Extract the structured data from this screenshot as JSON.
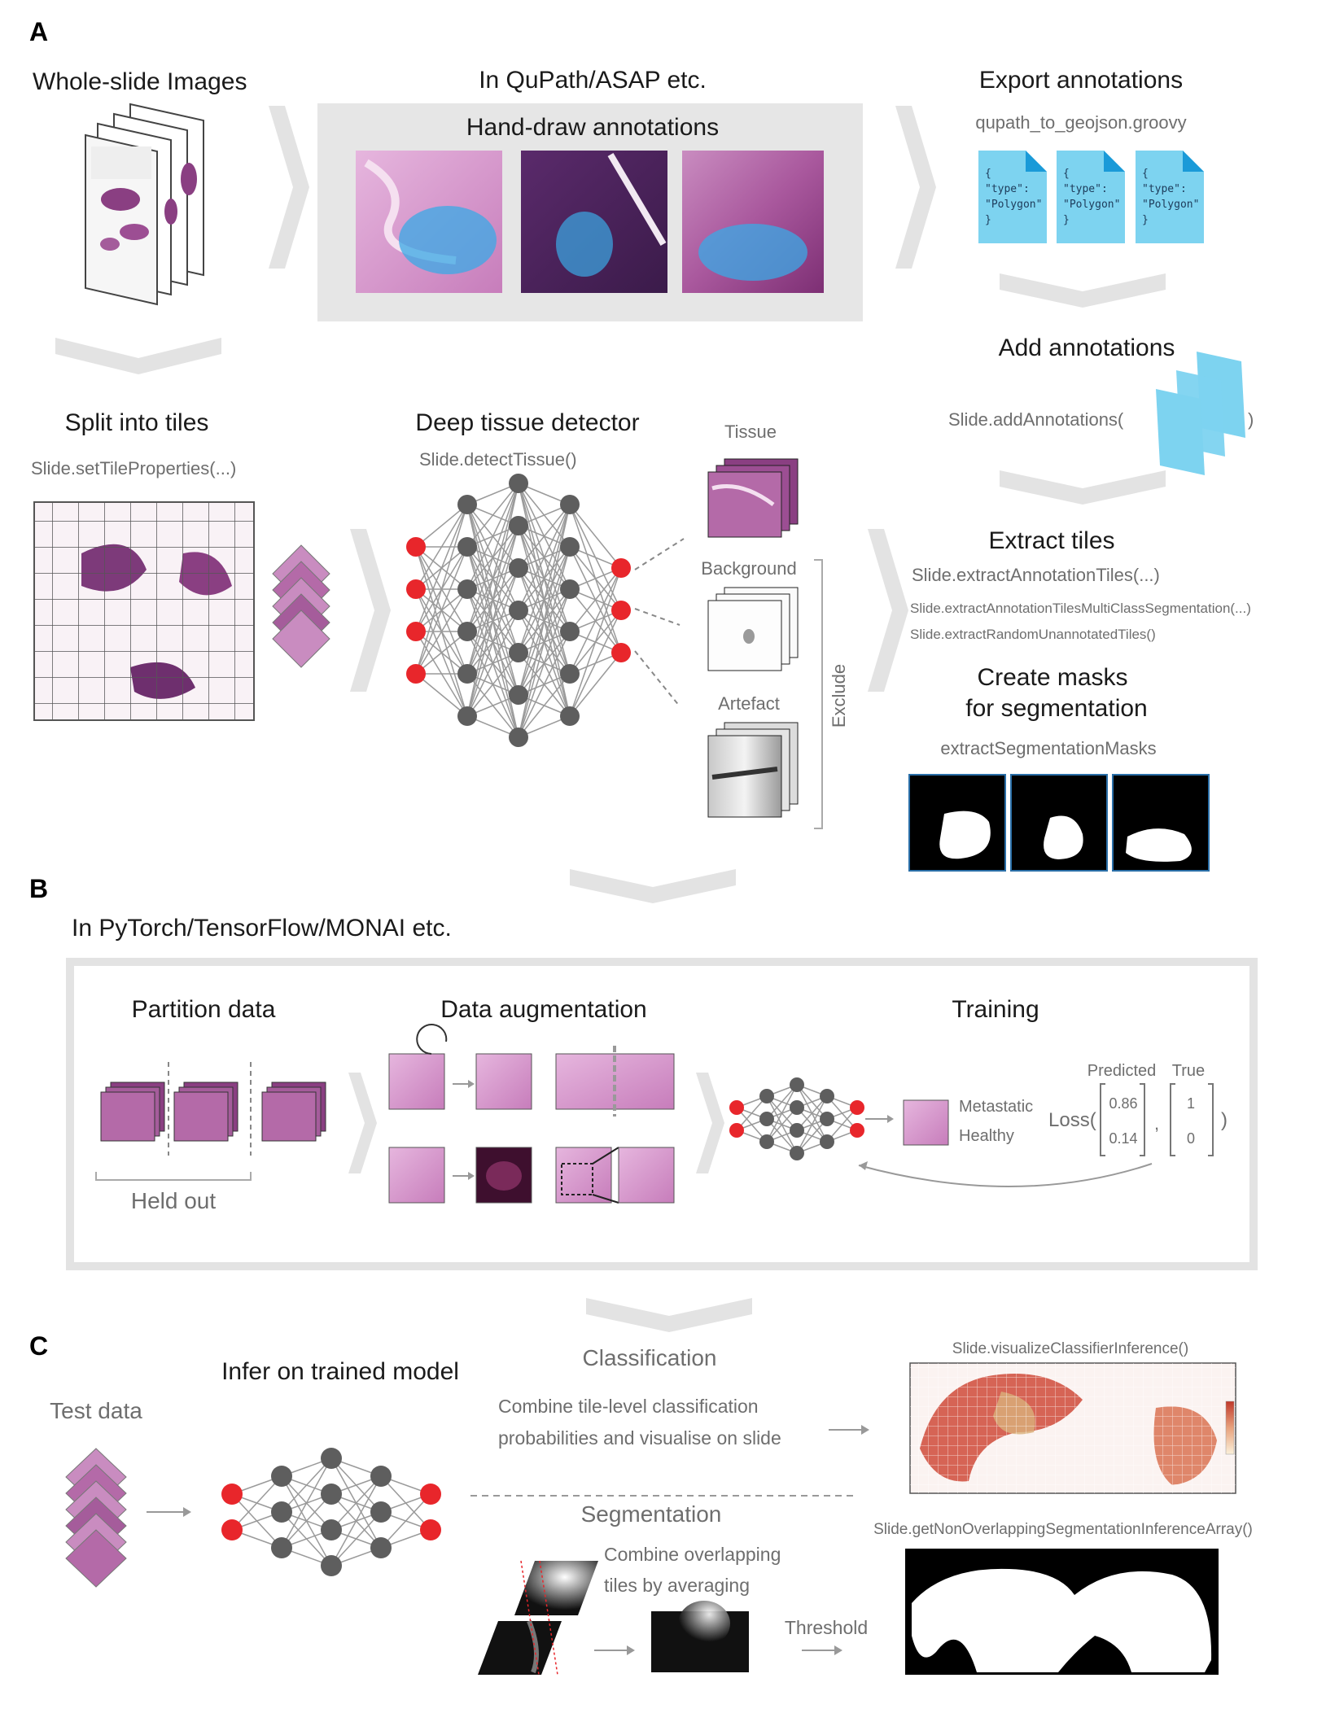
{
  "panels": {
    "a": "A",
    "b": "B",
    "c": "C"
  },
  "a": {
    "wsi_title": "Whole-slide Images",
    "qupath_title": "In QuPath/ASAP etc.",
    "hand_draw": "Hand-draw annotations",
    "export_title": "Export annotations",
    "export_script": "qupath_to_geojson.groovy",
    "json_lines": [
      "{",
      "\"type\":",
      "\"Polygon\"",
      "}"
    ],
    "add_title": "Add annotations",
    "add_call_open": "Slide.addAnnotations(",
    "add_call_close": ")",
    "split_title": "Split into tiles",
    "split_call": "Slide.setTileProperties(...)",
    "detector_title": "Deep tissue detector",
    "detector_call": "Slide.detectTissue()",
    "class_tissue": "Tissue",
    "class_background": "Background",
    "class_artefact": "Artefact",
    "exclude": "Exclude",
    "extract_title": "Extract tiles",
    "extract_calls": [
      "Slide.extractAnnotationTiles(...)",
      "Slide.extractAnnotationTilesMultiClassSegmentation(...)",
      "Slide.extractRandomUnannotatedTiles()"
    ],
    "masks_title_1": "Create masks",
    "masks_title_2": "for segmentation",
    "masks_call": "extractSegmentationMasks"
  },
  "b": {
    "framework": "In PyTorch/TensorFlow/MONAI etc.",
    "partition": "Partition data",
    "held_out": "Held out",
    "augmentation": "Data augmentation",
    "training": "Training",
    "metastatic": "Metastatic",
    "healthy": "Healthy",
    "predicted": "Predicted",
    "true": "True",
    "loss_open": "Loss(",
    "loss_close": ")",
    "comma": ",",
    "pred_values": [
      "0.86",
      "0.14"
    ],
    "true_values": [
      "1",
      "0"
    ]
  },
  "c": {
    "test_data": "Test data",
    "infer": "Infer on trained model",
    "classification": "Classification",
    "class_desc_1": "Combine tile-level classification",
    "class_desc_2": "probabilities and visualise on slide",
    "vis_call": "Slide.visualizeClassifierInference()",
    "segmentation": "Segmentation",
    "seg_desc_1": "Combine overlapping",
    "seg_desc_2": "tiles by averaging",
    "threshold": "Threshold",
    "seg_call": "Slide.getNonOverlappingSegmentationInferenceArray()"
  },
  "colors": {
    "node_red": "#e8262b",
    "node_gray": "#5e5e5e",
    "chevron": "#e3e3e3",
    "json_blue": "#7dd3f0",
    "annotation_blue": "#3aa9e6",
    "tissue_purple": "#8a3f82"
  }
}
